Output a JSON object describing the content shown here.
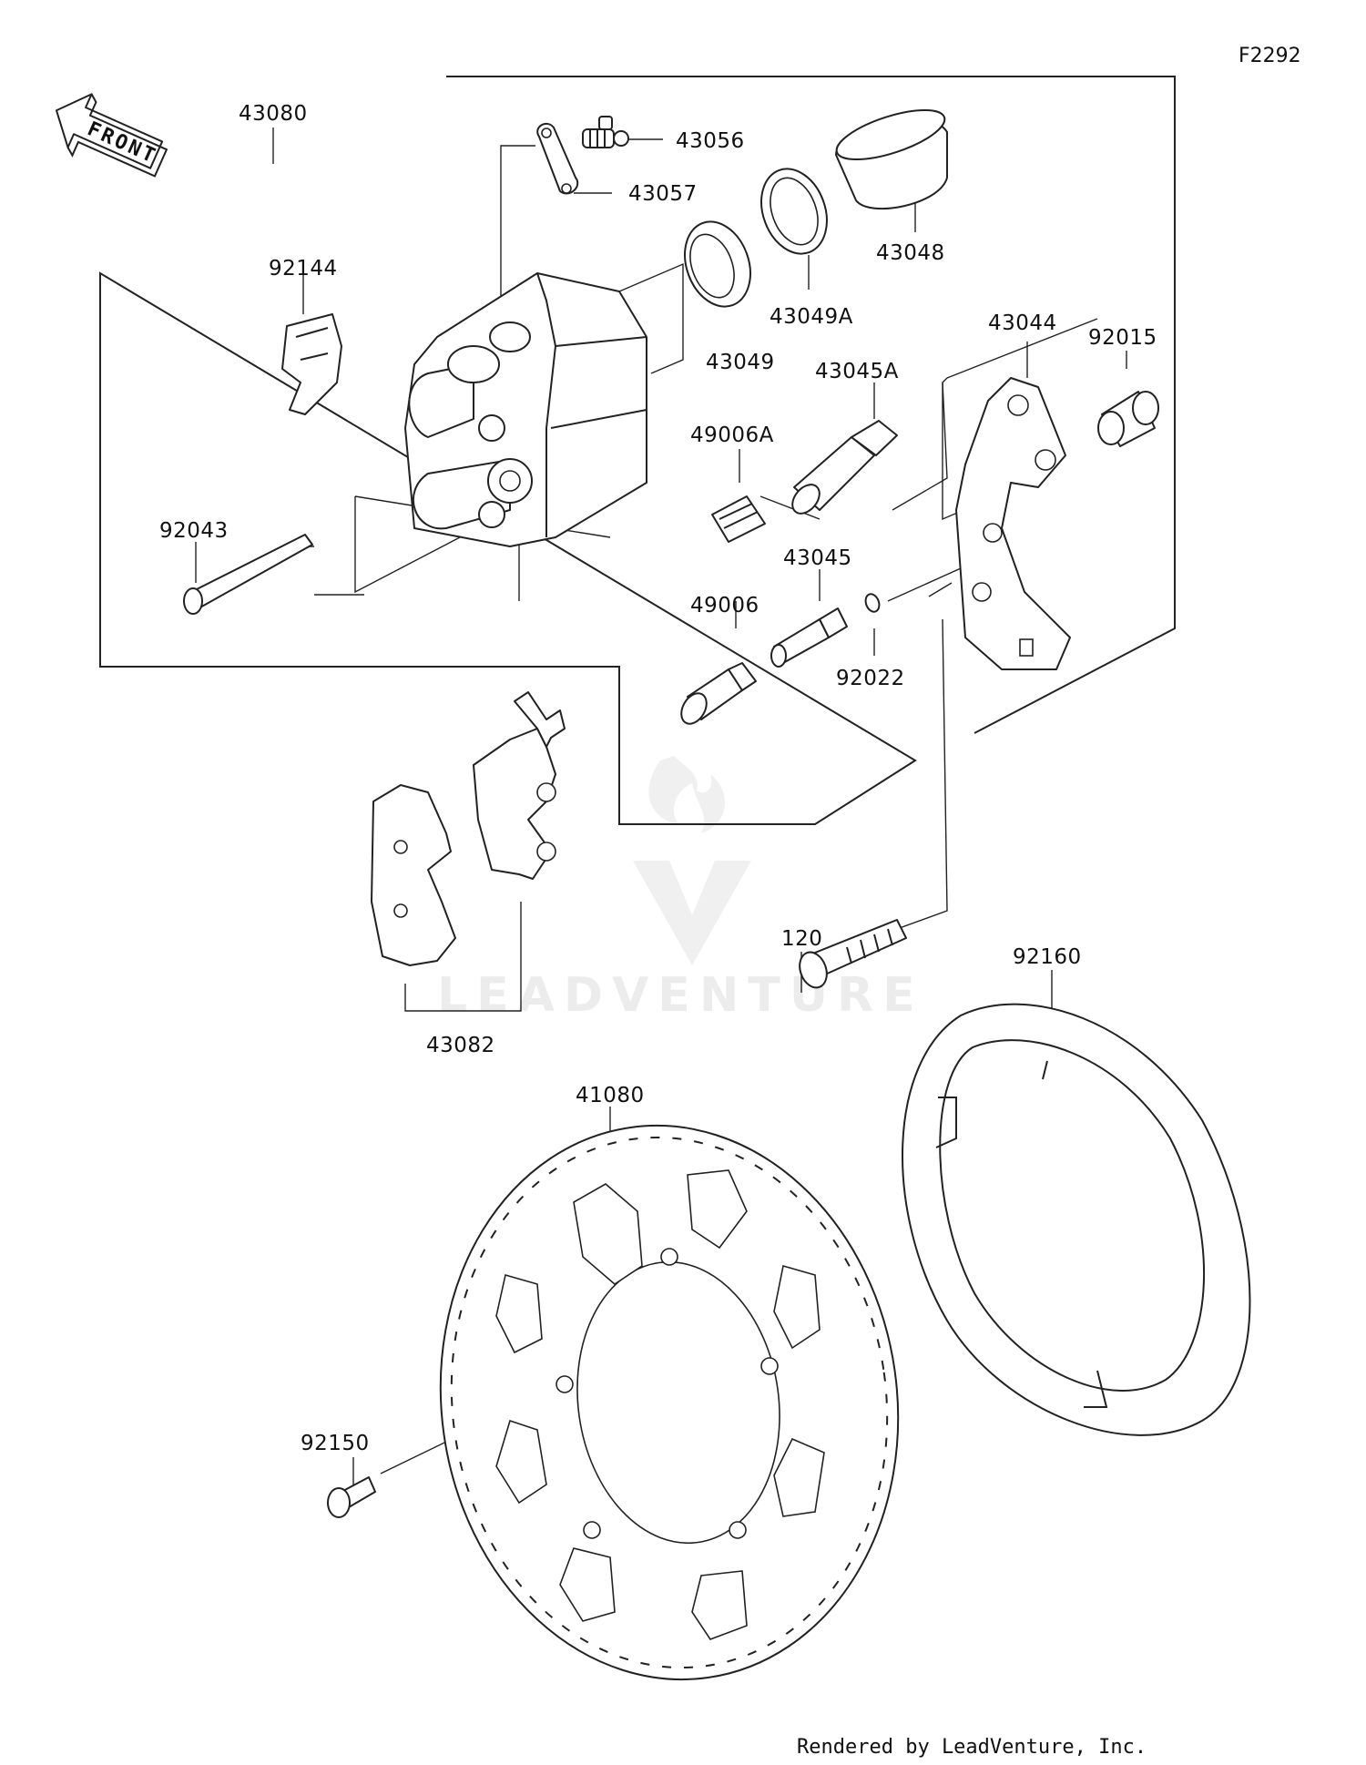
{
  "figure_code": "F2292",
  "front_arrow_text": "FRONT",
  "watermark_text": "LEADVENTURE",
  "credit_text": "Rendered by LeadVenture, Inc.",
  "part_numbers": {
    "caliper_assembly": "43080",
    "bleeder_valve": "43056",
    "bleeder_cap": "43057",
    "piston": "43048",
    "dust_seal": "43049A",
    "piston_seal": "43049",
    "pad_spring": "92144",
    "caliper_holder": "43044",
    "holder_collar": "92015",
    "pin_a": "43045A",
    "boot_a": "49006A",
    "pad_pin": "92043",
    "pin": "43045",
    "boot": "49006",
    "circlip": "92022",
    "brake_pads": "43082",
    "caliper_bolt": "120",
    "disc_cover": "92160",
    "brake_disc": "41080",
    "disc_bolt": "92150"
  }
}
